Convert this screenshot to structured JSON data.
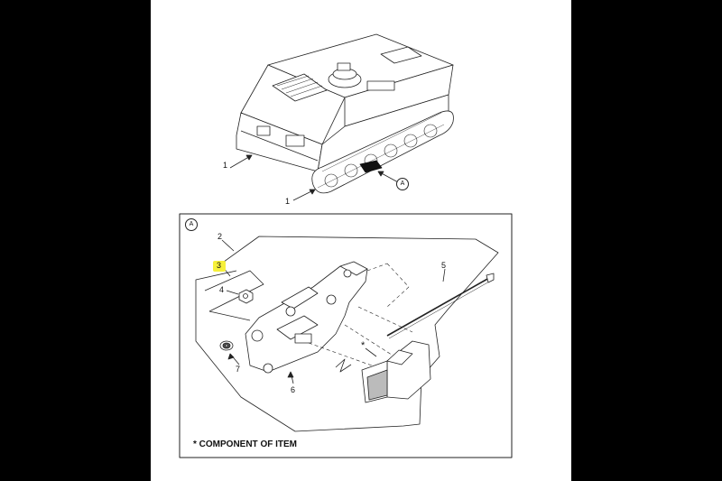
{
  "diagram": {
    "callouts": {
      "c1a": "1",
      "c1b": "1",
      "detail_ref": "A",
      "detail_title": "A",
      "c2": "2",
      "c3": "3",
      "c4": "4",
      "c5": "5",
      "c6": "6",
      "c7": "7",
      "star": "*"
    },
    "highlighted_callout": "3",
    "highlight_color": "#f6f03a",
    "footnote": "* COMPONENT OF ITEM"
  }
}
